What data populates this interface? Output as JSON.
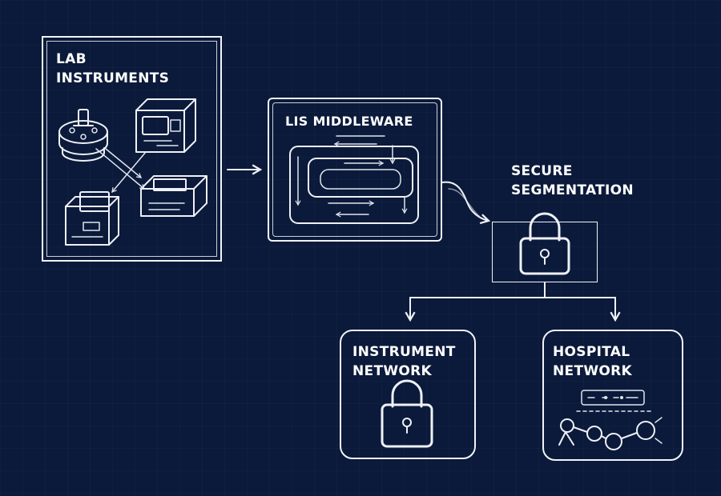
{
  "diagram": {
    "lab_instruments": {
      "line1": "LAB",
      "line2": "INSTRUMENTS"
    },
    "lis_middleware": {
      "title": "LIS MIDDLEWARE"
    },
    "secure_segmentation": {
      "line1": "SECURE",
      "line2": "SEGMENTATION"
    },
    "instrument_network": {
      "line1": "INSTRUMENT",
      "line2": "NETWORK"
    },
    "hospital_network": {
      "line1": "HOSPITAL",
      "line2": "NETWORK"
    }
  },
  "colors": {
    "background": "#0b1a3a",
    "line": "#eef1f6"
  },
  "icons": [
    "centrifuge-icon",
    "analyzer-icon",
    "device-icon",
    "lock-icon",
    "network-nodes-icon"
  ]
}
